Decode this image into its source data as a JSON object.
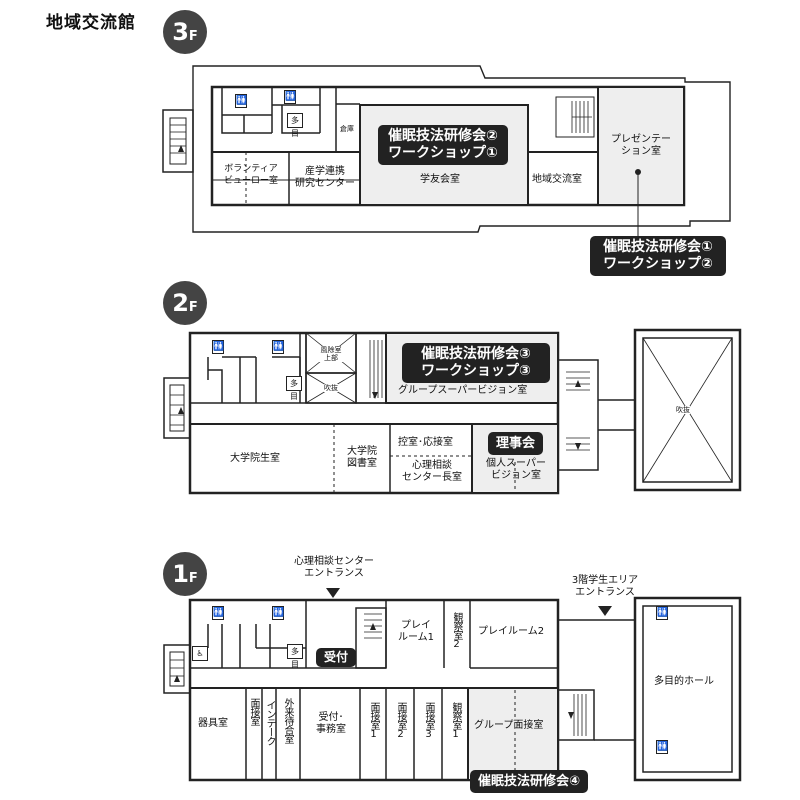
{
  "title": "地域交流館",
  "floors": {
    "f3": {
      "badge_num": "3",
      "badge_f": "F",
      "rooms": {
        "storage": "倉庫",
        "volunteer": "ボランティア\nビューロー室",
        "industry": "産学連携\n研究センター",
        "gakuyu": "学友会室",
        "community": "地域交流室",
        "presentation": "プレゼンテー\nション室"
      },
      "tag_center": "催眠技法研修会②\nワークショップ①",
      "tag_callout": "催眠技法研修会①\nワークショップ②"
    },
    "f2": {
      "badge_num": "2",
      "badge_f": "F",
      "rooms": {
        "kazejokushitsu": "風除室\n上部",
        "fukinuke_small": "吹抜",
        "group_sv": "グループスーパービジョン室",
        "grad": "大学院生室",
        "grad_library": "大学院\n図書室",
        "reception_room": "控室･応接室",
        "director": "心理相談\nセンター長室",
        "individual_sv": "個人スーパー\nビジョン室",
        "fukinuke_big": "吹抜"
      },
      "tag_workshop": "催眠技法研修会③\nワークショップ③",
      "tag_board": "理事会"
    },
    "f1": {
      "badge_num": "1",
      "badge_f": "F",
      "entrance_left": "心理相談センター\nエントランス",
      "entrance_right": "3階学生エリア\nエントランス",
      "rooms": {
        "reception_tag": "受付",
        "playroom1": "プレイ\nルーム1",
        "observation2": "観察室2",
        "playroom2": "プレイルーム2",
        "multipurpose": "多目的ホール",
        "equipment": "器具室",
        "intake_interview": "面接室",
        "intake": "インテーク",
        "outpatient_wait": "外来待合室",
        "office": "受付･\n事務室",
        "interview1": "面接室1",
        "interview2": "面接室2",
        "interview3": "面接室3",
        "observation1": "観察室1",
        "group_interview": "グループ面接室"
      },
      "tag_workshop4": "催眠技法研修会④"
    }
  },
  "icons": {
    "restroom": "トイレ",
    "multi_wc_label": "多目",
    "accessible": "♿"
  }
}
